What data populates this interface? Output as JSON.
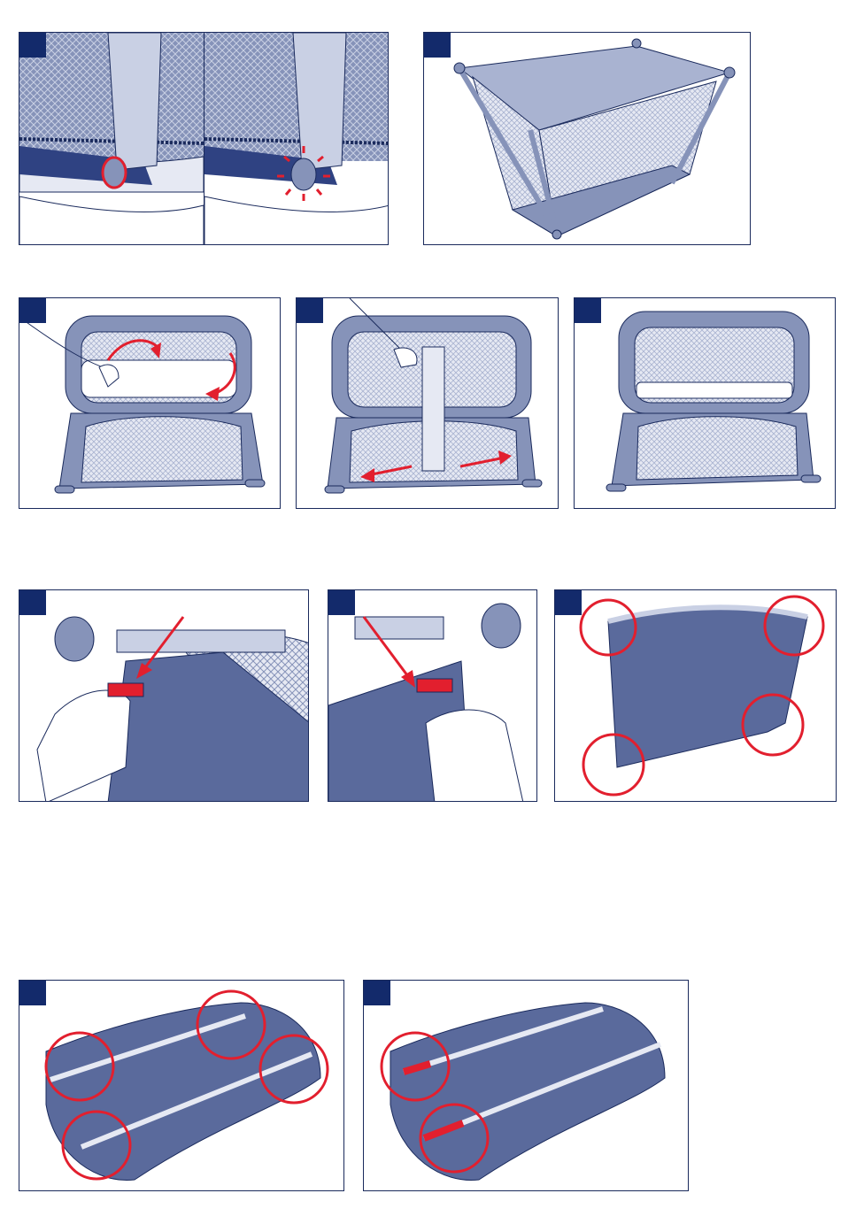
{
  "document": {
    "kind": "assembly-instructions",
    "text_present": false
  },
  "colors": {
    "outline": "#1a2a5c",
    "badge": "#132a6b",
    "fabric": "#8693b9",
    "fabric_light": "#c9d0e4",
    "fabric_dark": "#5a6a9c",
    "mesh": "#e6e9f3",
    "accent": "#e21f2e",
    "skin": "#ffffff"
  },
  "icons": {
    "step_badge": "filled-square",
    "highlight": "red-circle",
    "direction": "red-arrow"
  },
  "panels": [
    {
      "id": "p1",
      "subject": "leg-button-press",
      "highlights": 1
    },
    {
      "id": "p2",
      "subject": "folded-frame",
      "highlights": 0
    },
    {
      "id": "p3",
      "subject": "place-mattress",
      "arrows": 2
    },
    {
      "id": "p4",
      "subject": "pull-straps",
      "arrows": 2
    },
    {
      "id": "p5",
      "subject": "crib-ready",
      "arrows": 0
    },
    {
      "id": "p6",
      "subject": "clip-left",
      "arrows": 1
    },
    {
      "id": "p7",
      "subject": "clip-right",
      "arrows": 1
    },
    {
      "id": "p8",
      "subject": "sheet-corners",
      "highlights": 4
    },
    {
      "id": "p9",
      "subject": "mattress-rods",
      "highlights": 4
    },
    {
      "id": "p10",
      "subject": "mattress-rods-inserted",
      "highlights": 2
    }
  ]
}
